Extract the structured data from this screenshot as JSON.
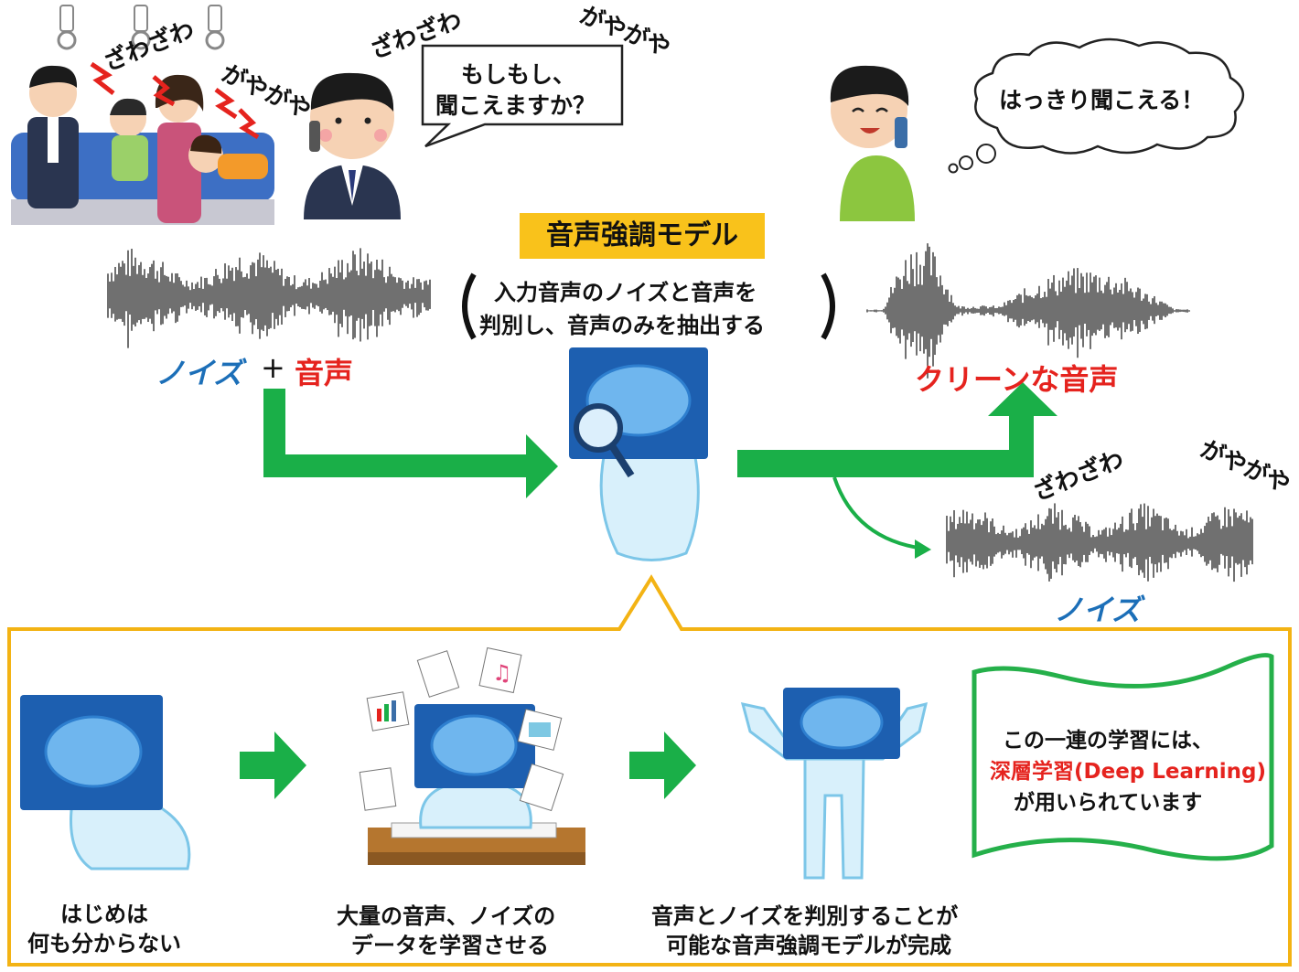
{
  "noise_words": {
    "zawazawa": "ざわざわ",
    "gayagaya": "がやがや"
  },
  "top_left": {
    "bubble_line1": "もしもし、",
    "bubble_line2": "聞こえますか？"
  },
  "top_right": {
    "thought": "はっきり聞こえる！"
  },
  "model": {
    "title": "音声強調モデル",
    "desc_line1": "入力音声のノイズと音声を",
    "desc_line2": "判別し、音声のみを抽出する"
  },
  "labels": {
    "noise": "ノイズ",
    "plus": "+",
    "voice": "音声",
    "clean_voice": "クリーンな音声",
    "noise_out": "ノイズ"
  },
  "bottom": {
    "step1_line1": "はじめは",
    "step1_line2": "何も分からない",
    "step2_line1": "大量の音声、ノイズの",
    "step2_line2": "データを学習させる",
    "step3_line1": "音声とノイズを判別することが",
    "step3_line2": "可能な音声強調モデルが完成",
    "note_line1": "この一連の学習には、",
    "note_line2": "深層学習(Deep Learning)",
    "note_line3": "が用いられています"
  },
  "colors": {
    "arrow_green": "#1aaf48",
    "accent_yellow": "#f3b314",
    "title_bg": "#f9c21b",
    "voice_red": "#e5231e",
    "noise_blue": "#1c6fb8",
    "scroll_green": "#25b04a",
    "brain_board": "#1d5fb0"
  }
}
